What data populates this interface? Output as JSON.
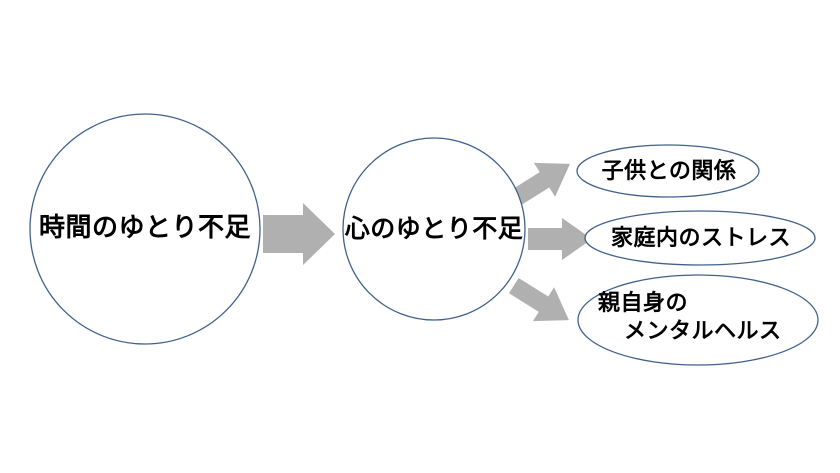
{
  "diagram": {
    "type": "causal-flow-diagram",
    "background_color": "#ffffff",
    "shape_outline_color": "#41618c",
    "shape_fill_color": "#ffffff",
    "arrow_color": "#b0b0b0",
    "text_color": "#000000",
    "causes": [
      {
        "id": "cause-primary",
        "label": "時間のゆとり不足",
        "shape": "circle"
      },
      {
        "id": "cause-secondary",
        "label": "心のゆとり不足",
        "shape": "circle"
      }
    ],
    "outcomes": [
      {
        "id": "outcome-child-relationship",
        "label": "子供との関係",
        "shape": "ellipse"
      },
      {
        "id": "outcome-household-stress",
        "label": "家庭内のストレス",
        "shape": "ellipse"
      },
      {
        "id": "outcome-parent-mental-health",
        "label_line_1": "親自身の",
        "label_line_2": "メンタルヘルス",
        "shape": "ellipse"
      }
    ],
    "connectors": [
      {
        "id": "arrow-main",
        "from": "cause-primary",
        "to": "cause-secondary",
        "direction": "right",
        "style": "block-arrow"
      },
      {
        "id": "arrow-branch-top",
        "from": "cause-secondary",
        "to": "outcome-child-relationship",
        "direction": "up-right",
        "style": "block-arrow"
      },
      {
        "id": "arrow-branch-middle",
        "from": "cause-secondary",
        "to": "outcome-household-stress",
        "direction": "right",
        "style": "block-arrow"
      },
      {
        "id": "arrow-branch-bottom",
        "from": "cause-secondary",
        "to": "outcome-parent-mental-health",
        "direction": "down-right",
        "style": "block-arrow"
      }
    ]
  }
}
